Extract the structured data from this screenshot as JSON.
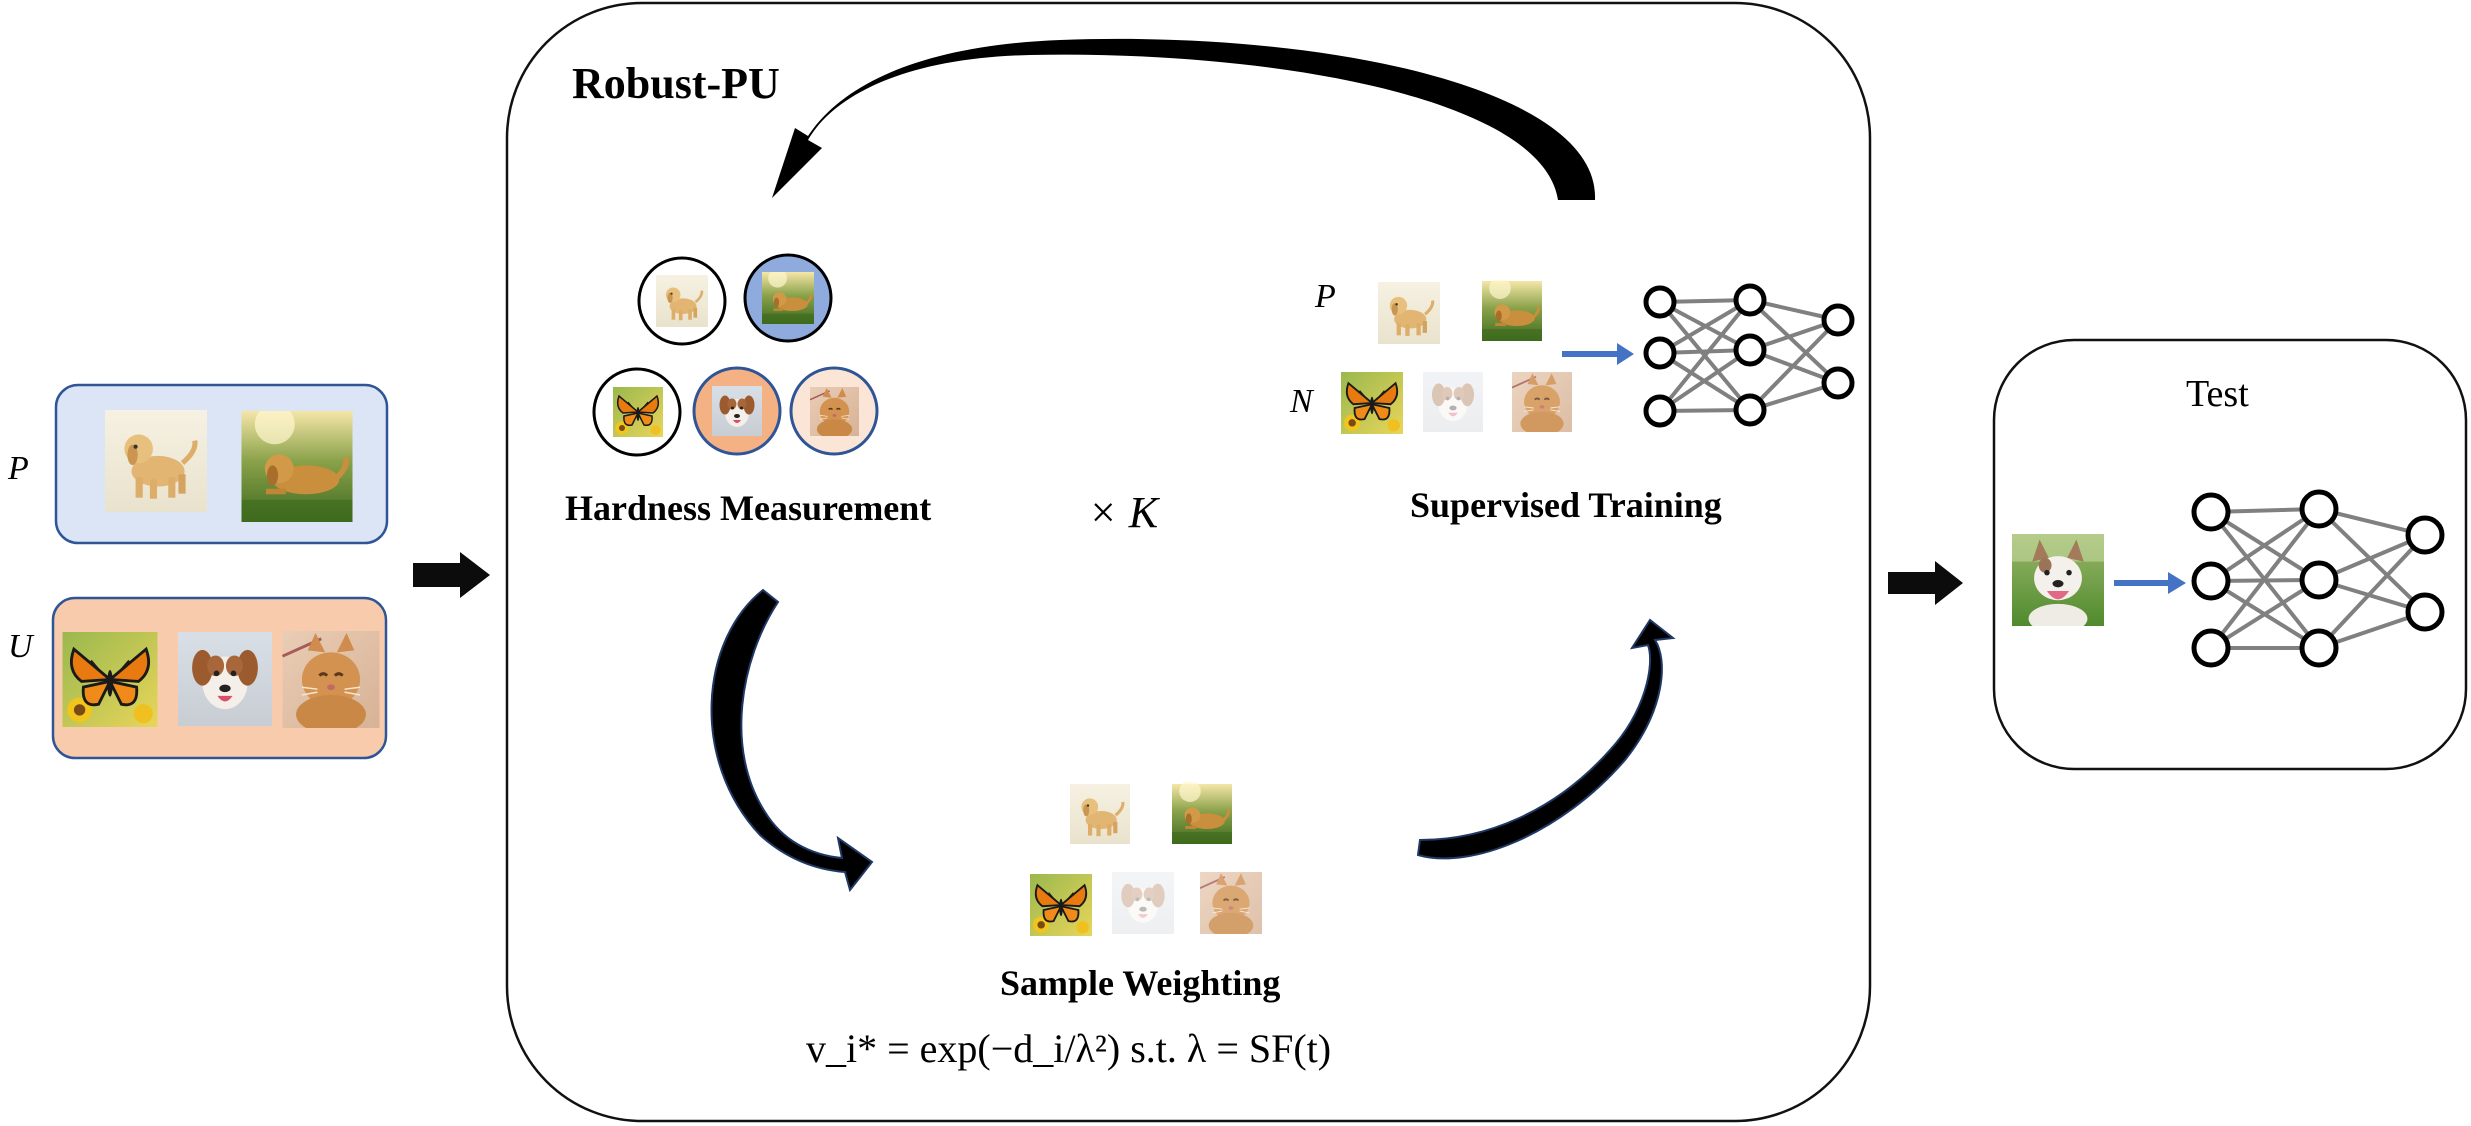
{
  "title": "Robust-PU",
  "inputs": {
    "p_label": "P",
    "u_label": "U"
  },
  "stages": {
    "hardness": "Hardness Measurement",
    "supervised": "Supervised Training",
    "weighting": "Sample Weighting",
    "repeat": "× K"
  },
  "supervised_labels": {
    "p": "P",
    "n": "N"
  },
  "test": {
    "title": "Test"
  },
  "formula": "v_i* = exp(−d_i/λ²)     s.t. λ = SF(t)",
  "image_icons": [
    "puppy",
    "golden-retriever",
    "butterfly",
    "dog",
    "cat"
  ],
  "colors": {
    "p_box_fill": "#dbe5f6",
    "u_box_fill": "#f8cbad",
    "box_stroke": "#2f5597",
    "blue_arrow": "#4472c4",
    "net_edge": "#808080",
    "black": "#000000"
  }
}
